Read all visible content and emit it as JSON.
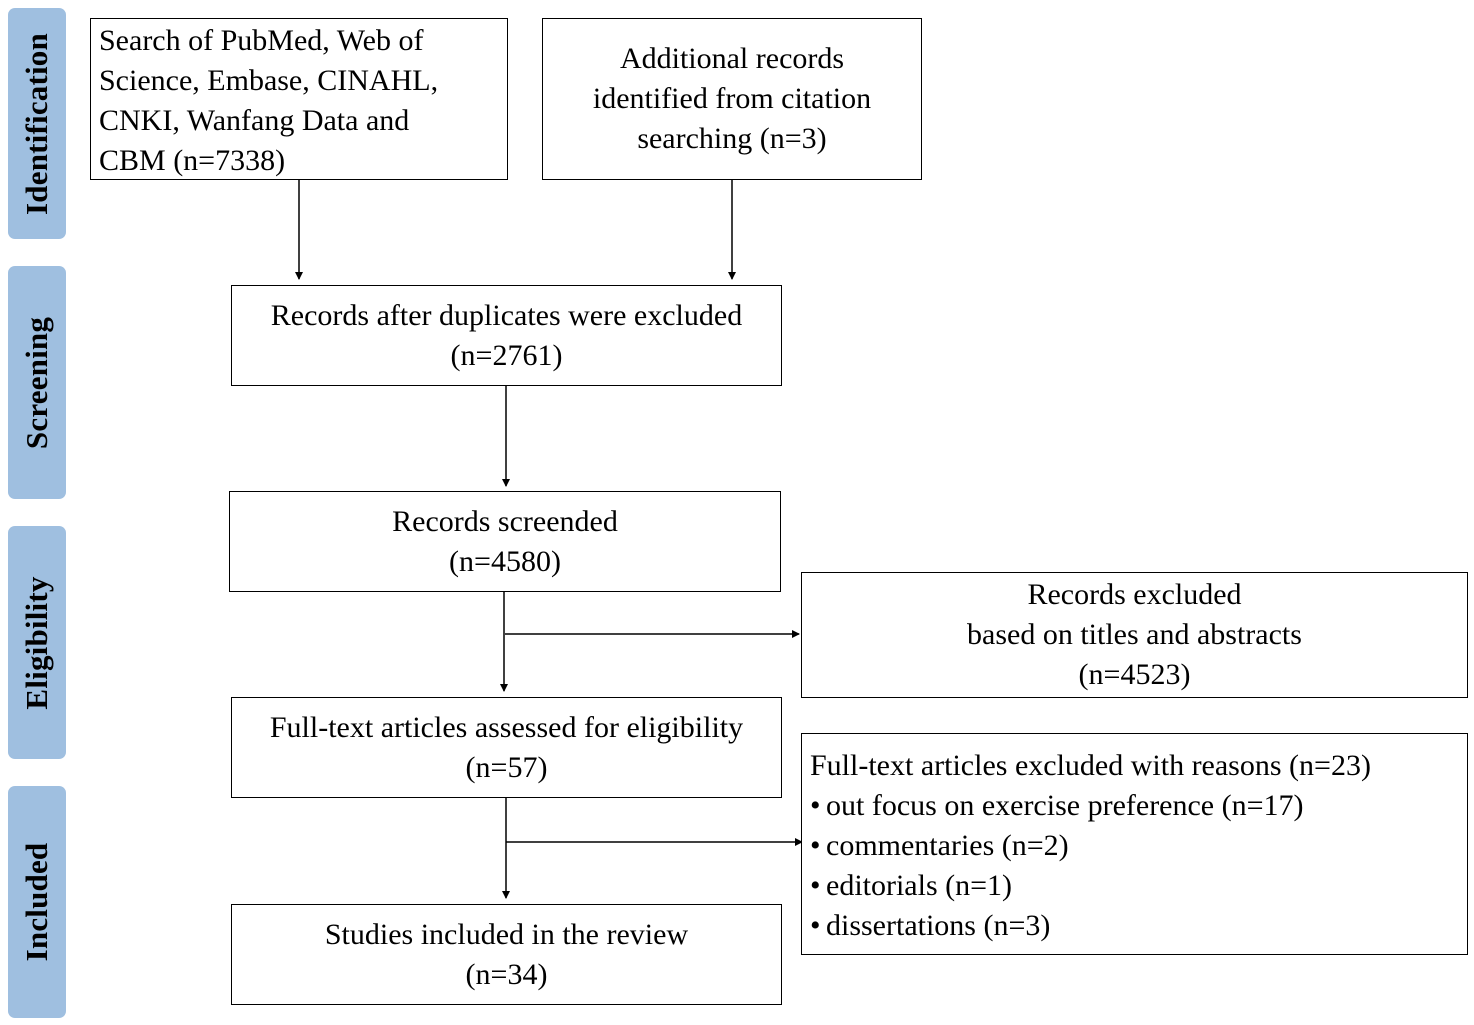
{
  "stages": [
    {
      "id": "identification",
      "label": "Identification"
    },
    {
      "id": "screening",
      "label": "Screening"
    },
    {
      "id": "eligibility",
      "label": "Eligibility"
    },
    {
      "id": "included",
      "label": "Included"
    }
  ],
  "boxes": {
    "database_search": [
      "Search of PubMed, Web of",
      "Science, Embase, CINAHL,",
      "CNKI, Wanfang Data and",
      "CBM (n=7338)"
    ],
    "citation_search": [
      "Additional records",
      "identified from citation",
      "searching (n=3)"
    ],
    "after_duplicates": [
      "Records after duplicates were excluded",
      "(n=2761)"
    ],
    "screened": [
      "Records screended",
      "(n=4580)"
    ],
    "excluded_titles": [
      "Records excluded",
      "based on titles and abstracts",
      "(n=4523)"
    ],
    "fulltext_assessed": [
      "Full-text articles assessed for eligibility",
      "(n=57)"
    ],
    "fulltext_excluded": {
      "heading": "Full-text articles excluded with reasons (n=23)",
      "bullet_glyph": "•",
      "reasons": [
        "out focus on exercise preference (n=17)",
        "commentaries (n=2)",
        "editorials (n=1)",
        "dissertations (n=3)"
      ]
    },
    "included": [
      "Studies included in the review",
      "(n=34)"
    ]
  },
  "colors": {
    "stage_fill": "#9fbfe0",
    "line": "#000000",
    "background": "#ffffff"
  }
}
